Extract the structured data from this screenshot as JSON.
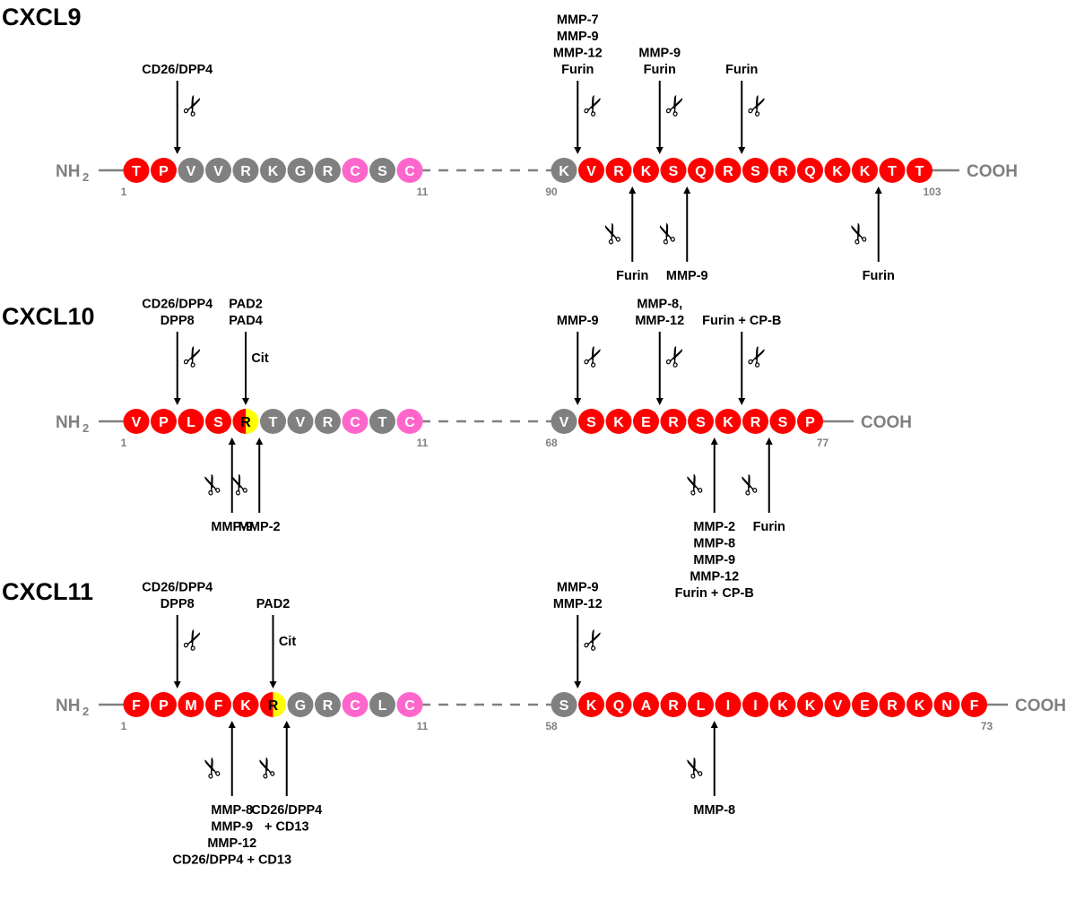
{
  "colors": {
    "red": "#ff0000",
    "grey": "#808080",
    "pink": "#ff66cc",
    "yellow": "#ffff00",
    "backbone": "#808080",
    "text": "#000000"
  },
  "labels": {
    "nh": "NH",
    "nh_sub": "2",
    "cooh": "COOH",
    "cit": "Cit"
  },
  "chemokines": [
    {
      "name": "CXCL9",
      "segments": [
        {
          "residues": [
            {
              "aa": "T",
              "color": "red"
            },
            {
              "aa": "P",
              "color": "red"
            },
            {
              "aa": "V",
              "color": "grey"
            },
            {
              "aa": "V",
              "color": "grey"
            },
            {
              "aa": "R",
              "color": "grey"
            },
            {
              "aa": "K",
              "color": "grey"
            },
            {
              "aa": "G",
              "color": "grey"
            },
            {
              "aa": "R",
              "color": "grey"
            },
            {
              "aa": "C",
              "color": "pink"
            },
            {
              "aa": "S",
              "color": "grey"
            },
            {
              "aa": "C",
              "color": "pink"
            }
          ],
          "start_label": "1",
          "end_label": "11"
        },
        {
          "residues": [
            {
              "aa": "K",
              "color": "grey"
            },
            {
              "aa": "V",
              "color": "red"
            },
            {
              "aa": "R",
              "color": "red"
            },
            {
              "aa": "K",
              "color": "red"
            },
            {
              "aa": "S",
              "color": "red"
            },
            {
              "aa": "Q",
              "color": "red"
            },
            {
              "aa": "R",
              "color": "red"
            },
            {
              "aa": "S",
              "color": "red"
            },
            {
              "aa": "R",
              "color": "red"
            },
            {
              "aa": "Q",
              "color": "red"
            },
            {
              "aa": "K",
              "color": "red"
            },
            {
              "aa": "K",
              "color": "red"
            },
            {
              "aa": "T",
              "color": "red"
            },
            {
              "aa": "T",
              "color": "red"
            }
          ],
          "start_label": "90",
          "end_label": "103"
        }
      ],
      "cleavages": [
        {
          "segment": 0,
          "after": 1,
          "side": "top",
          "lines": [
            "CD26/DPP4"
          ],
          "scissors": true
        },
        {
          "segment": 1,
          "after": 0,
          "side": "top",
          "lines": [
            "MMP-7",
            "MMP-9",
            "MMP-12",
            "Furin"
          ],
          "scissors": true
        },
        {
          "segment": 1,
          "after": 3,
          "side": "top",
          "lines": [
            "MMP-9",
            "Furin"
          ],
          "scissors": true
        },
        {
          "segment": 1,
          "after": 6,
          "side": "top",
          "lines": [
            "Furin"
          ],
          "scissors": true
        },
        {
          "segment": 1,
          "after": 2,
          "side": "bottom",
          "lines": [
            "Furin"
          ],
          "scissors": true
        },
        {
          "segment": 1,
          "after": 4,
          "side": "bottom",
          "lines": [
            "MMP-9"
          ],
          "scissors": true
        },
        {
          "segment": 1,
          "after": 11,
          "side": "bottom",
          "lines": [
            "Furin"
          ],
          "scissors": true
        }
      ]
    },
    {
      "name": "CXCL10",
      "segments": [
        {
          "residues": [
            {
              "aa": "V",
              "color": "red"
            },
            {
              "aa": "P",
              "color": "red"
            },
            {
              "aa": "L",
              "color": "red"
            },
            {
              "aa": "S",
              "color": "red"
            },
            {
              "aa": "R",
              "color": "split"
            },
            {
              "aa": "T",
              "color": "grey"
            },
            {
              "aa": "V",
              "color": "grey"
            },
            {
              "aa": "R",
              "color": "grey"
            },
            {
              "aa": "C",
              "color": "pink"
            },
            {
              "aa": "T",
              "color": "grey"
            },
            {
              "aa": "C",
              "color": "pink"
            }
          ],
          "start_label": "1",
          "end_label": "11"
        },
        {
          "residues": [
            {
              "aa": "V",
              "color": "grey"
            },
            {
              "aa": "S",
              "color": "red"
            },
            {
              "aa": "K",
              "color": "red"
            },
            {
              "aa": "E",
              "color": "red"
            },
            {
              "aa": "R",
              "color": "red"
            },
            {
              "aa": "S",
              "color": "red"
            },
            {
              "aa": "K",
              "color": "red"
            },
            {
              "aa": "R",
              "color": "red"
            },
            {
              "aa": "S",
              "color": "red"
            },
            {
              "aa": "P",
              "color": "red"
            }
          ],
          "start_label": "68",
          "end_label": "77"
        }
      ],
      "cleavages": [
        {
          "segment": 0,
          "after": 1,
          "side": "top",
          "lines": [
            "CD26/DPP4",
            "DPP8"
          ],
          "scissors": true
        },
        {
          "segment": 0,
          "on": 4,
          "side": "top",
          "lines": [
            "PAD2",
            "PAD4"
          ],
          "scissors": false,
          "cit": true
        },
        {
          "segment": 1,
          "after": 0,
          "side": "top",
          "lines": [
            "MMP-9"
          ],
          "scissors": true
        },
        {
          "segment": 1,
          "after": 3,
          "side": "top",
          "lines": [
            "MMP-8,",
            "MMP-12"
          ],
          "scissors": true
        },
        {
          "segment": 1,
          "after": 6,
          "side": "top",
          "lines": [
            "Furin + CP-B"
          ],
          "scissors": true
        },
        {
          "segment": 0,
          "after": 3,
          "side": "bottom",
          "lines": [
            "MMP-9"
          ],
          "scissors": true
        },
        {
          "segment": 0,
          "after": 4,
          "side": "bottom",
          "lines": [
            "MMP-2"
          ],
          "scissors": true
        },
        {
          "segment": 1,
          "after": 5,
          "side": "bottom",
          "lines": [
            "MMP-2",
            "MMP-8",
            "MMP-9",
            "MMP-12",
            "Furin + CP-B"
          ],
          "scissors": true
        },
        {
          "segment": 1,
          "after": 7,
          "side": "bottom",
          "lines": [
            "Furin"
          ],
          "scissors": true
        }
      ]
    },
    {
      "name": "CXCL11",
      "segments": [
        {
          "residues": [
            {
              "aa": "F",
              "color": "red"
            },
            {
              "aa": "P",
              "color": "red"
            },
            {
              "aa": "M",
              "color": "red"
            },
            {
              "aa": "F",
              "color": "red"
            },
            {
              "aa": "K",
              "color": "red"
            },
            {
              "aa": "R",
              "color": "split"
            },
            {
              "aa": "G",
              "color": "grey"
            },
            {
              "aa": "R",
              "color": "grey"
            },
            {
              "aa": "C",
              "color": "pink"
            },
            {
              "aa": "L",
              "color": "grey"
            },
            {
              "aa": "C",
              "color": "pink"
            }
          ],
          "start_label": "1",
          "end_label": "11"
        },
        {
          "residues": [
            {
              "aa": "S",
              "color": "grey"
            },
            {
              "aa": "K",
              "color": "red"
            },
            {
              "aa": "Q",
              "color": "red"
            },
            {
              "aa": "A",
              "color": "red"
            },
            {
              "aa": "R",
              "color": "red"
            },
            {
              "aa": "L",
              "color": "red"
            },
            {
              "aa": "I",
              "color": "red"
            },
            {
              "aa": "I",
              "color": "red"
            },
            {
              "aa": "K",
              "color": "red"
            },
            {
              "aa": "K",
              "color": "red"
            },
            {
              "aa": "V",
              "color": "red"
            },
            {
              "aa": "E",
              "color": "red"
            },
            {
              "aa": "R",
              "color": "red"
            },
            {
              "aa": "K",
              "color": "red"
            },
            {
              "aa": "N",
              "color": "red"
            },
            {
              "aa": "F",
              "color": "red"
            }
          ],
          "start_label": "58",
          "end_label": "73"
        }
      ],
      "cleavages": [
        {
          "segment": 0,
          "after": 1,
          "side": "top",
          "lines": [
            "CD26/DPP4",
            "DPP8"
          ],
          "scissors": true
        },
        {
          "segment": 0,
          "on": 5,
          "side": "top",
          "lines": [
            "PAD2"
          ],
          "scissors": false,
          "cit": true
        },
        {
          "segment": 1,
          "after": 0,
          "side": "top",
          "lines": [
            "MMP-9",
            "MMP-12"
          ],
          "scissors": true
        },
        {
          "segment": 0,
          "after": 3,
          "side": "bottom",
          "lines": [
            "MMP-8",
            "MMP-9",
            "MMP-12",
            "CD26/DPP4 + CD13"
          ],
          "scissors": true
        },
        {
          "segment": 0,
          "after": 5,
          "side": "bottom",
          "lines": [
            "CD26/DPP4",
            "+ CD13"
          ],
          "scissors": true
        },
        {
          "segment": 1,
          "after": 5,
          "side": "bottom",
          "lines": [
            "MMP-8"
          ],
          "scissors": true
        }
      ]
    }
  ]
}
